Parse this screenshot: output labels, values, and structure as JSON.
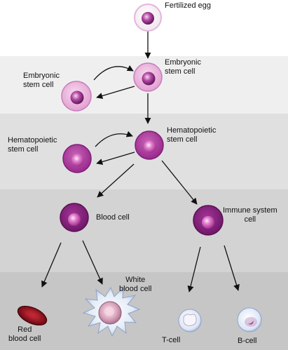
{
  "diagram": {
    "colors": {
      "band_1": "#ffffff",
      "band_2": "#efefef",
      "band_3": "#e0e0e0",
      "band_4": "#d3d3d3",
      "band_5": "#c6c6c6",
      "arrow": "#111111",
      "embryonic": "#e7a7d6",
      "hematopoietic": "#a52e94",
      "blood": "#7f1f78",
      "red_cell": "#7a0f18",
      "lymphocyte": "#dfe7f6"
    },
    "labels": {
      "fertilized_egg": "Fertilized egg",
      "embryonic_main": [
        "Embryonic",
        "stem cell"
      ],
      "embryonic_copy": [
        "Embryonic",
        "stem cell"
      ],
      "hematopoietic_main": [
        "Hematopoietic",
        "stem cell"
      ],
      "hematopoietic_copy": [
        "Hematopoietic",
        "stem cell"
      ],
      "blood_cell": "Blood cell",
      "immune_cell": [
        "Immune system",
        "cell"
      ],
      "red_blood_cell": [
        "Red",
        "blood cell"
      ],
      "white_blood_cell": [
        "White",
        "blood cell"
      ],
      "t_cell": "T-cell",
      "b_cell": "B-cell"
    }
  }
}
